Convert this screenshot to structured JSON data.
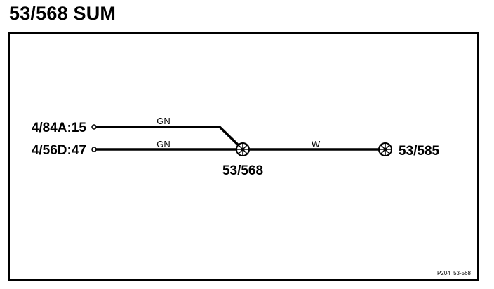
{
  "title": "53/568 SUM",
  "connectors": {
    "upper": "4/84A:15",
    "lower": "4/56D:47"
  },
  "wires": {
    "upper_color": "GN",
    "lower_color": "GN",
    "output_color": "W"
  },
  "splices": {
    "main": "53/568",
    "end": "53/585"
  },
  "footer_code": "P204  53-568"
}
